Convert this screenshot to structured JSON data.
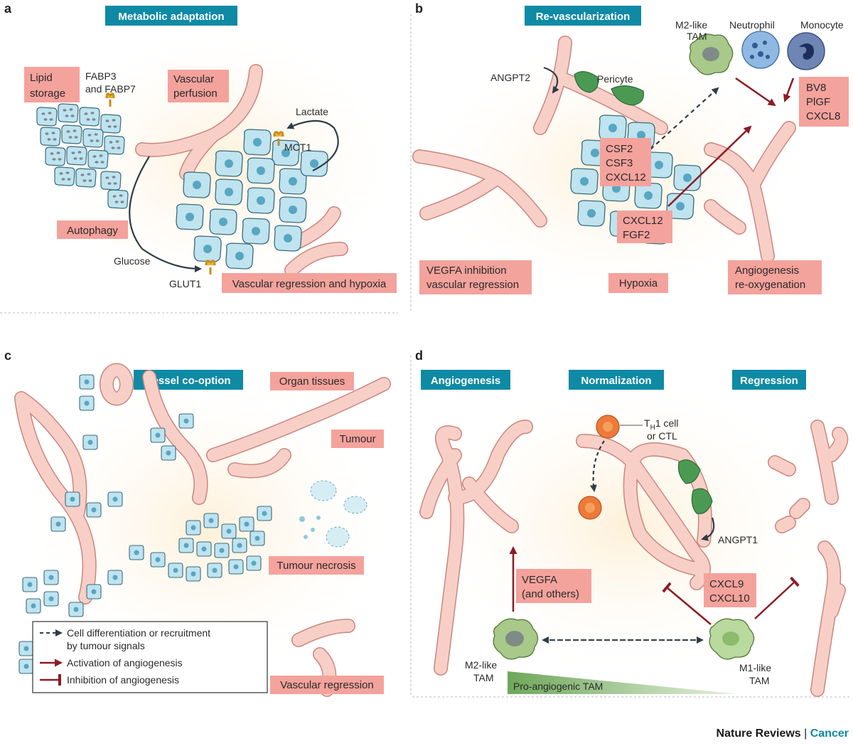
{
  "panels": {
    "a": {
      "letter": "a",
      "title": "Metabolic adaptation",
      "labels": {
        "lipid_storage_1": "Lipid",
        "lipid_storage_2": "storage",
        "vascular_perfusion_1": "Vascular",
        "vascular_perfusion_2": "perfusion",
        "autophagy": "Autophagy",
        "vascular_regression_hypoxia": "Vascular regression and hypoxia"
      },
      "text": {
        "fabp_1": "FABP3",
        "fabp_2": "and FABP7",
        "lactate": "Lactate",
        "mct1": "MCT1",
        "glucose": "Glucose",
        "glut1": "GLUT1"
      }
    },
    "b": {
      "letter": "b",
      "title": "Re-vascularization",
      "labels": {
        "csf": [
          "CSF2",
          "CSF3",
          "CXCL12"
        ],
        "cxcl_fgf": [
          "CXCL12",
          "FGF2"
        ],
        "bv8": [
          "BV8",
          "PlGF",
          "CXCL8"
        ],
        "vegfa_1": "VEGFA inhibition",
        "vegfa_2": "vascular regression",
        "hypoxia": "Hypoxia",
        "angio_1": "Angiogenesis",
        "angio_2": "re-oxygenation"
      },
      "text": {
        "angpt2": "ANGPT2",
        "pericyte": "Pericyte",
        "m2_1": "M2-like",
        "m2_2": "TAM",
        "neutrophil": "Neutrophil",
        "monocyte": "Monocyte"
      }
    },
    "c": {
      "letter": "c",
      "title": "Vessel co-option",
      "labels": {
        "organ_tissues": "Organ tissues",
        "tumour": "Tumour",
        "tumour_necrosis": "Tumour necrosis",
        "vascular_regression": "Vascular regression"
      }
    },
    "d": {
      "letter": "d",
      "titles": {
        "angiogenesis": "Angiogenesis",
        "normalization": "Normalization",
        "regression": "Regression"
      },
      "labels": {
        "vegfa_1": "VEGFA",
        "vegfa_2": "(and others)",
        "cxcl9": "CXCL9",
        "cxcl10": "CXCL10"
      },
      "text": {
        "th1_prefix": "T",
        "th1_sub": "H",
        "th1_rest": "1 cell",
        "ctl": "or CTL",
        "angpt1": "ANGPT1",
        "m2_1": "M2-like",
        "m2_2": "TAM",
        "m1_1": "M1-like",
        "m1_2": "TAM",
        "pro_angiogenic": "Pro-angiogenic TAM"
      }
    }
  },
  "legend": {
    "dashed_1": "Cell differentiation or recruitment",
    "dashed_2": "by tumour signals",
    "activation": "Activation of angiogenesis",
    "inhibition": "Inhibition of angiogenesis"
  },
  "footer": {
    "journal": "Nature Reviews",
    "separator": " | ",
    "section": "Cancer"
  },
  "colors": {
    "title_bg": "#0e8aa5",
    "label_bg": "#f4a29c",
    "vessel": "#f8cfc7",
    "tumour_cell": "#bfe3ef",
    "red_arrow": "#8c1c24",
    "section_text": "#0e8aa5"
  }
}
